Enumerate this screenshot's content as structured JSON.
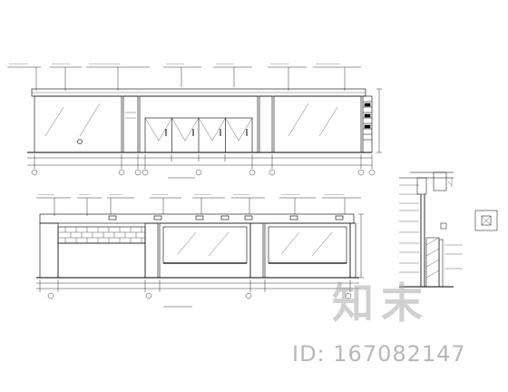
{
  "drawing": {
    "upper_elevation": {
      "caption": "",
      "axis_labels": [
        "①",
        "②",
        "③",
        "④",
        "⑤",
        "⑥",
        "⑦",
        "⑧",
        "⑨"
      ]
    },
    "lower_elevation": {
      "caption": "",
      "axis_labels": [
        "①",
        "②",
        "③",
        "④"
      ]
    }
  },
  "watermark": {
    "logo_text": "知末",
    "id_text": "ID: 167082147"
  },
  "colors": {
    "line": "#000000",
    "brick": "#555555",
    "watermark": "#aaaaaa"
  }
}
